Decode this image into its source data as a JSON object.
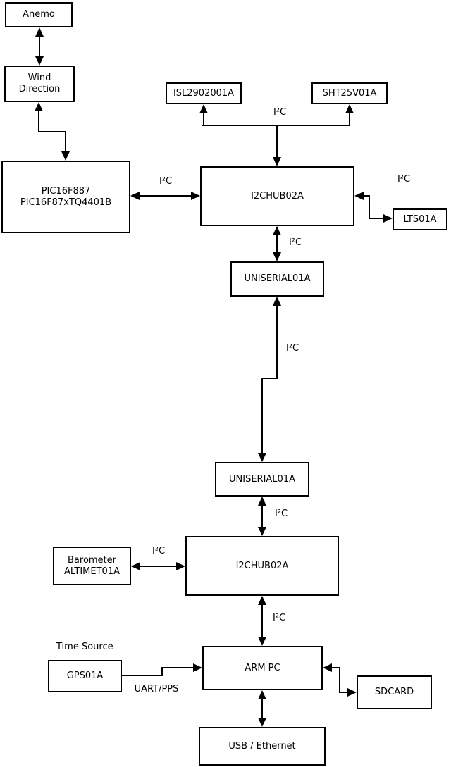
{
  "colors": {
    "line": "#000000",
    "box_fill": "#ffffff",
    "background": "#ffffff",
    "text": "#000000"
  },
  "nodes": {
    "anemo": {
      "lines": [
        "Anemo"
      ]
    },
    "wind_direction": {
      "lines": [
        "Wind",
        "Direction"
      ]
    },
    "pic": {
      "lines": [
        "PIC16F887",
        "PIC16F87xTQ4401B"
      ]
    },
    "isl": {
      "lines": [
        "ISL2902001A"
      ]
    },
    "sht": {
      "lines": [
        "SHT25V01A"
      ]
    },
    "i2c_hub_top": {
      "lines": [
        "I2CHUB02A"
      ]
    },
    "lts": {
      "lines": [
        "LTS01A"
      ]
    },
    "uniserial_top": {
      "lines": [
        "UNISERIAL01A"
      ]
    },
    "uniserial_bottom": {
      "lines": [
        "UNISERIAL01A"
      ]
    },
    "i2c_hub_bottom": {
      "lines": [
        "I2CHUB02A"
      ]
    },
    "barometer": {
      "lines": [
        "Barometer",
        "ALTIMET01A"
      ]
    },
    "gps": {
      "lines": [
        "GPS01A"
      ]
    },
    "arm_pc": {
      "lines": [
        "ARM PC"
      ]
    },
    "sdcard": {
      "lines": [
        "SDCARD"
      ]
    },
    "usb_ethernet": {
      "lines": [
        "USB / Ethernet"
      ]
    }
  },
  "edge_labels": {
    "hub_top_sensors_i2c": "I²C",
    "pic_hub_top_i2c": "I²C",
    "hub_top_lts_i2c": "I²C",
    "hub_top_uniserial_i2c": "I²C",
    "uniserial_link_i2c": "I²C",
    "uniserial_hub_bottom_i2c": "I²C",
    "barometer_hub_bottom_i2c": "I²C",
    "hub_bottom_armpc_i2c": "I²C",
    "gps_armpc_uart": "UART/PPS",
    "time_source_caption": "Time Source"
  }
}
